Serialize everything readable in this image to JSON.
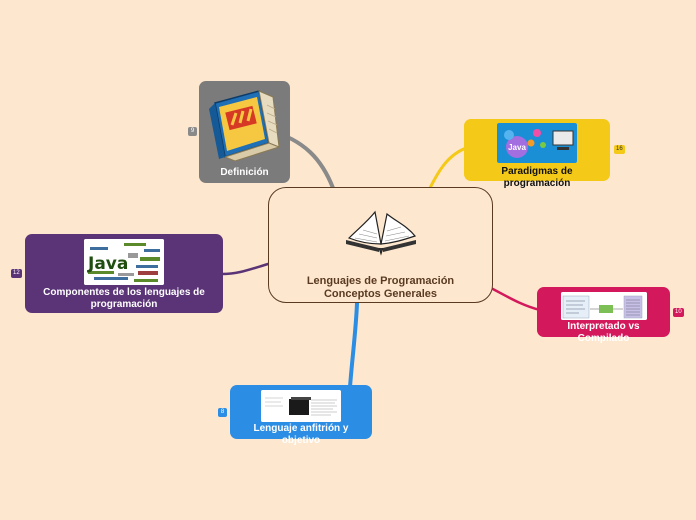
{
  "colors": {
    "background": "#fde8cf",
    "central_border": "#5a3b22",
    "definicion": "#7b7b7b",
    "paradigmas": "#f4c918",
    "componentes": "#5b3477",
    "interpretado": "#d3195c",
    "lenguaje": "#2b8de3"
  },
  "central": {
    "line1": "Lenguajes de Programación",
    "line2": "Conceptos Generales",
    "icon": "open-book-icon"
  },
  "topics": {
    "definicion": {
      "label": "Definición",
      "count": "9",
      "icon": "book-icon"
    },
    "paradigmas": {
      "label": "Paradigmas de programación",
      "count": "16",
      "icon": "programming-languages-icon"
    },
    "componentes": {
      "label": "Componentes de los lenguajes de programación",
      "count": "12",
      "icon": "java-word-cloud-icon"
    },
    "interpretado": {
      "label": "Interpretado vs Compilado",
      "count": "10",
      "icon": "compilation-diagram-icon"
    },
    "lenguaje": {
      "label": "Lenguaje anfitrión y objetivo",
      "count": "8",
      "icon": "host-target-diagram-icon"
    }
  },
  "thumb_text": {
    "java": "Java"
  }
}
